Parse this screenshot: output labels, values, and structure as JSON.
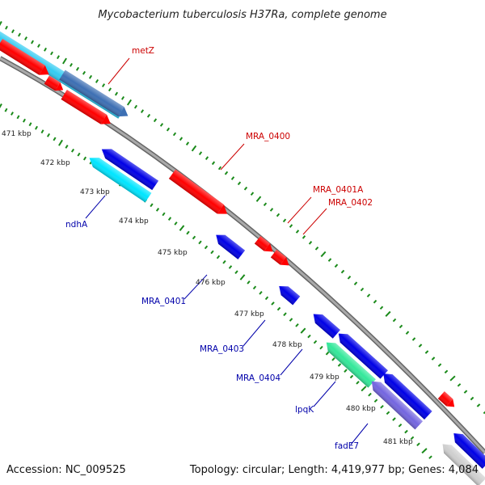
{
  "title": "Mycobacterium tuberculosis H37Ra, complete genome",
  "footer": {
    "accession": "Accession: NC_009525",
    "summary": "Topology: circular; Length: 4,419,977 bp; Genes: 4,084"
  },
  "colors": {
    "backbone": "#888888",
    "tick": "#1a8a1a",
    "forward_label": "#cc0000",
    "reverse_label": "#0000aa",
    "red_feature": "#ff0000",
    "blue_feature": "#0000e6",
    "cyan_feature": "#00e5ff",
    "sky_feature": "#33ccf2",
    "green_feature": "#33e89a",
    "purple_feature": "#7466e0",
    "gray_feature": "#cfcfcf"
  },
  "kbp_labels": [
    "471 kbp",
    "472 kbp",
    "473 kbp",
    "474 kbp",
    "475 kbp",
    "476 kbp",
    "477 kbp",
    "478 kbp",
    "479 kbp",
    "480 kbp",
    "481 kbp"
  ],
  "gene_labels": {
    "metZ": "metZ",
    "mra0400": "MRA_0400",
    "mra0401a": "MRA_0401A",
    "mra0402": "MRA_0402",
    "ndhA": "ndhA",
    "mra0401": "MRA_0401",
    "mra0403": "MRA_0403",
    "mra0404": "MRA_0404",
    "lpqK": "lpqK",
    "fadE7": "fadE7"
  }
}
